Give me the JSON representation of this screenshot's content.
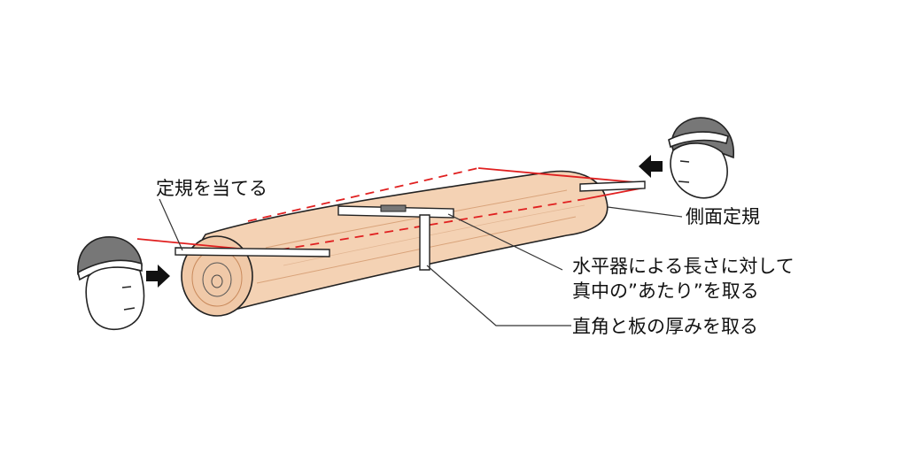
{
  "labels": {
    "apply_ruler": "定規を当てる",
    "side_ruler": "側面定規",
    "level_line1": "水平器による長さに対して",
    "level_line2": "真中の”あたり”を取る",
    "right_angle": "直角と板の厚みを取る"
  },
  "colors": {
    "bark": "#f4d2b4",
    "bark_stroke": "#d9a37a",
    "guide_line": "#e02020",
    "ink": "#222222",
    "skin": "#ffffff"
  },
  "icons": {
    "left_worker": "worker-face-icon",
    "right_worker": "worker-face-icon",
    "arrow": "arrow-right-icon"
  }
}
